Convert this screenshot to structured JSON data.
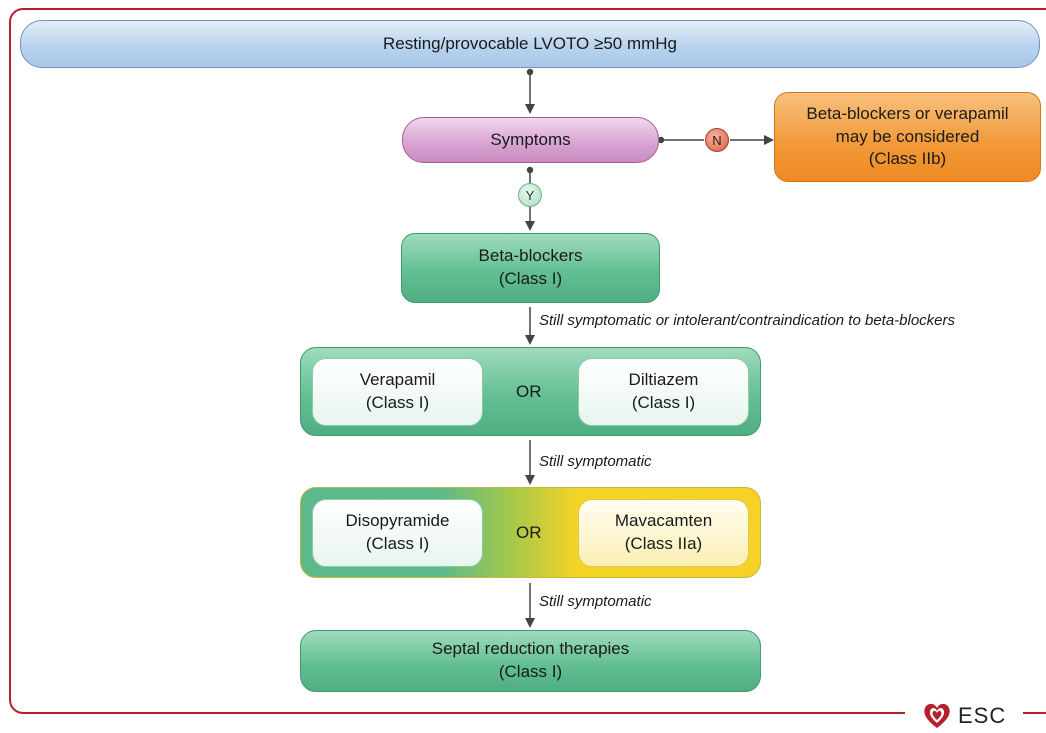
{
  "nodes": {
    "lvoto": "Resting/provocable LVOTO ≥50 mmHg",
    "symptoms": "Symptoms",
    "no_symptoms": [
      "Beta-blockers or verapamil",
      "may be considered",
      "(Class IIb)"
    ],
    "beta_blockers": [
      "Beta-blockers",
      "(Class I)"
    ],
    "verapamil": [
      "Verapamil",
      "(Class I)"
    ],
    "diltiazem": [
      "Diltiazem",
      "(Class I)"
    ],
    "disopyramide": [
      "Disopyramide",
      "(Class I)"
    ],
    "mavacamten": [
      "Mavacamten",
      "(Class IIa)"
    ],
    "septal": [
      "Septal reduction therapies",
      "(Class I)"
    ],
    "or_1": "OR",
    "or_2": "OR"
  },
  "edges": {
    "no": "N",
    "yes": "Y",
    "after_beta": "Still symptomatic or intolerant/contraindication to beta-blockers",
    "after_ccb": "Still symptomatic",
    "after_second": "Still symptomatic"
  },
  "logo": {
    "text": "ESC",
    "color": "#b5202a"
  }
}
